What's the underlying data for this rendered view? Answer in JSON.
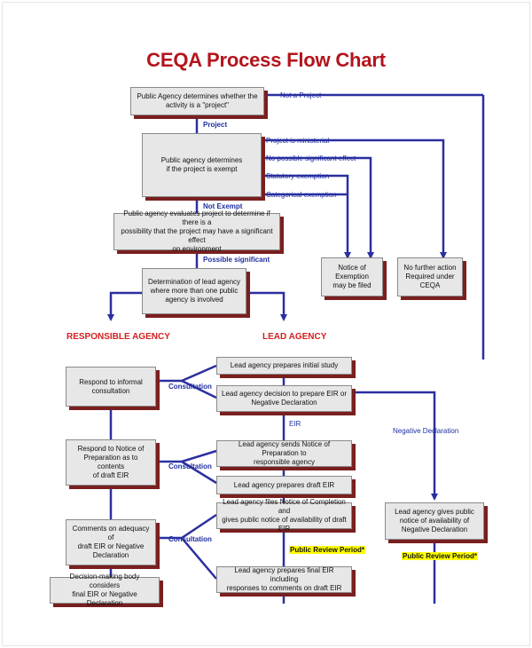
{
  "title": "CEQA Process Flow Chart",
  "colors": {
    "title": "#b4141c",
    "line": "#2b2fa0",
    "box_fill": "#e7e7e7",
    "box_shadow": "#7a1f1f",
    "heading": "#d42020",
    "highlight": "#ffff00"
  },
  "boxes": {
    "determine_project": "Public Agency determines whether the\nactivity is a \"project\"",
    "determine_exempt": "Public agency determines\nif the project is exempt",
    "evaluate_effect": "Public agency evaluates project to determine if there is a\npossibility that the project may have a significant effect\non environment",
    "lead_agency": "Determination of lead agency\nwhere more than one public\nagency is involved",
    "notice_exemption": "Notice of\nExemption\nmay be filed",
    "no_further_action": "No further action\nRequired under\nCEQA",
    "respond_informal": "Respond to informal\nconsultation",
    "initial_study": "Lead agency prepares initial study",
    "decision_eir": "Lead agency decision to prepare EIR or\nNegative Declaration",
    "respond_nop": "Respond to Notice of\nPreparation as to contents\nof draft EIR",
    "sends_nop": "Lead agency sends Notice of Preparation to\nresponsible agency",
    "draft_eir": "Lead agency prepares draft EIR",
    "comments_adequacy": "Comments on adequacy of\ndraft EIR or Negative\nDeclaration",
    "files_completion": "Lead agency files Notice of Completion and\ngives public notice of availability of draft EIR",
    "final_eir": "Lead agency prepares final EIR including\nresponses to comments on draft EIR",
    "decision_body": "Decision-making body considers\nfinal EIR or Negative Declaration",
    "public_notice_nd": "Lead agency gives public\nnotice of availability of\nNegative Declaration"
  },
  "labels": {
    "not_a_project": "Not a Project",
    "project": "Project",
    "ministerial": "Project is ministerial",
    "no_significant": "No possible significant effect",
    "statutory": "Statutory exemption",
    "categorical": "Categorical exemption",
    "not_exempt": "Not Exempt",
    "possible_significant": "Possible significant",
    "consultation": "Consultation",
    "eir": "EIR",
    "negative_declaration": "Negative Declaration"
  },
  "headings": {
    "responsible": "RESPONSIBLE AGENCY",
    "lead": "LEAD AGENCY"
  },
  "highlights": {
    "review_period": "Public Review Period*"
  }
}
